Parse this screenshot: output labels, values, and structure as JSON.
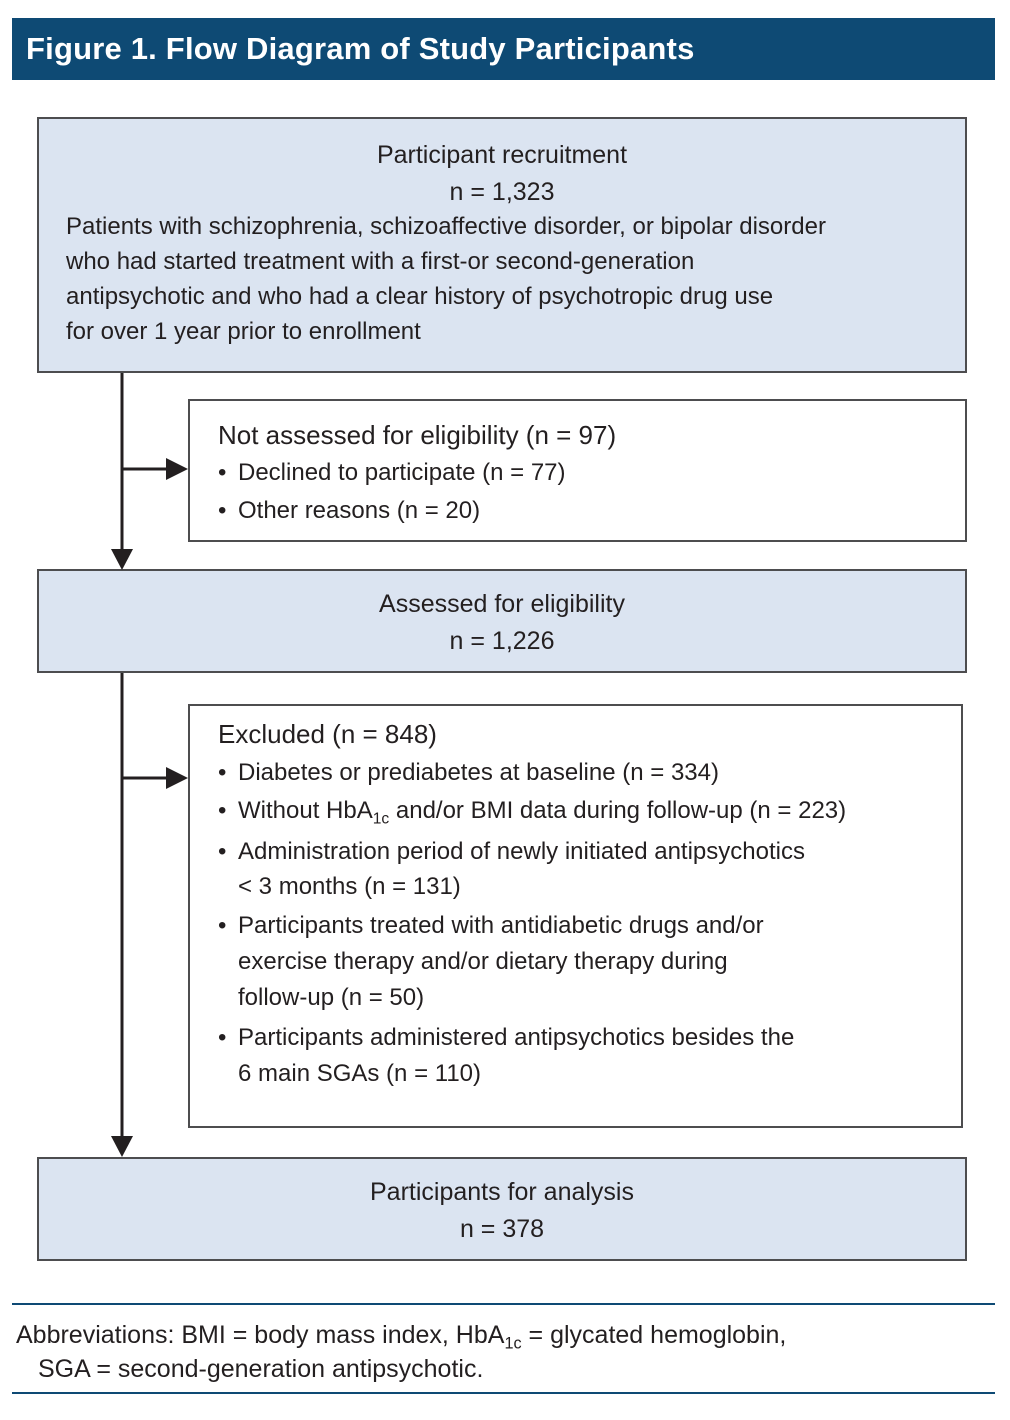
{
  "title": "Figure 1. Flow Diagram of Study Participants",
  "recruitment": {
    "heading": "Participant recruitment",
    "n": "n = 1,323",
    "description_lines": [
      "Patients with schizophrenia, schizoaffective disorder, or bipolar disorder",
      "who had started treatment with a first-or second-generation",
      "antipsychotic and who had a clear history of psychotropic drug use",
      "for over 1 year prior to enrollment"
    ]
  },
  "not_assessed": {
    "heading": "Not assessed for eligibility (n = 97)",
    "bullet": "•",
    "items": [
      "Declined to participate (n = 77)",
      "Other reasons (n = 20)"
    ]
  },
  "assessed": {
    "heading": "Assessed for eligibility",
    "n": "n = 1,226"
  },
  "excluded": {
    "heading": "Excluded (n = 848)",
    "bullet": "•",
    "item1": "Diabetes or prediabetes at baseline (n = 334)",
    "item2_pre": "Without HbA",
    "item2_sub": "1c",
    "item2_post": " and/or BMI data during follow-up (n = 223)",
    "item3_lines": [
      "Administration period of newly initiated antipsychotics",
      "< 3 months (n = 131)"
    ],
    "item4_lines": [
      "Participants treated with antidiabetic drugs and/or",
      "exercise therapy and/or dietary therapy during",
      "follow-up (n = 50)"
    ],
    "item5_lines": [
      "Participants administered antipsychotics besides the",
      "6 main SGAs (n = 110)"
    ]
  },
  "analysis": {
    "heading": "Participants for analysis",
    "n": "n = 378"
  },
  "footnote": {
    "line1_pre": "Abbreviations: BMI = body mass index, HbA",
    "line1_sub": "1c",
    "line1_post": " = glycated hemoglobin,",
    "line2": "SGA = second-generation antipsychotic."
  },
  "colors": {
    "title_bar": "#0e4a74",
    "box_fill": "#dbe4f1",
    "border": "#4d4d4f",
    "arrow": "#231f20"
  }
}
